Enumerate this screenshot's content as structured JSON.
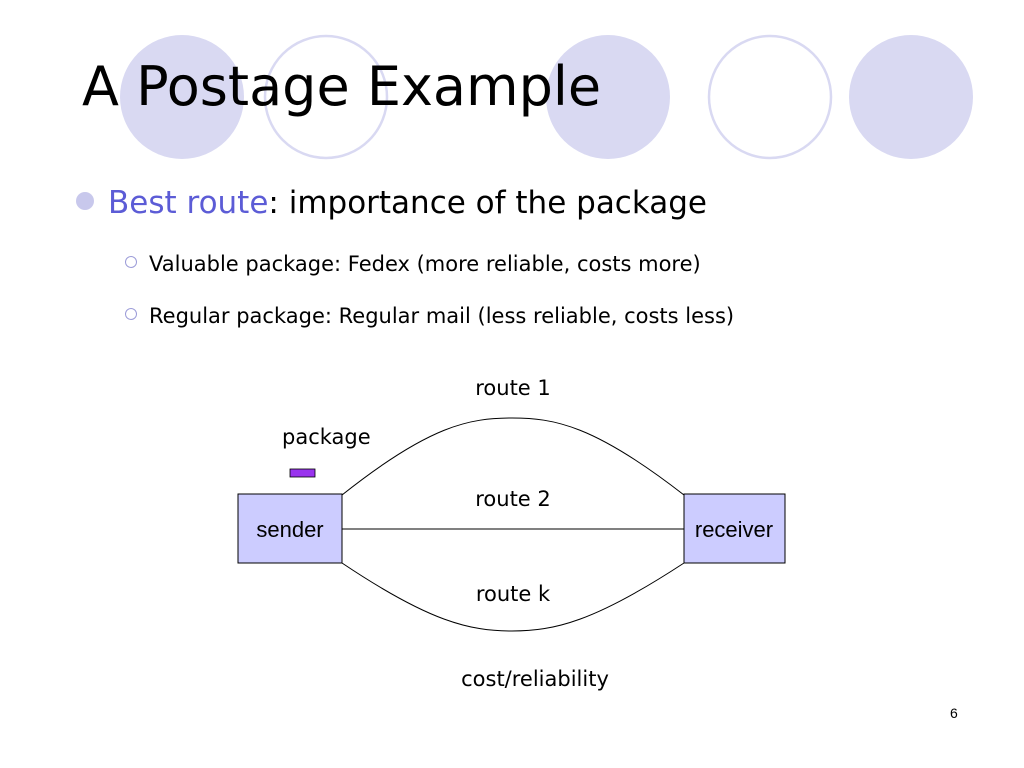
{
  "slide": {
    "title": "A Postage Example",
    "page_number": "6"
  },
  "bullets": {
    "main": {
      "highlight": "Best route",
      "text": ": importance of the package"
    },
    "sub": [
      {
        "text": "Valuable package: Fedex (more reliable, costs more)"
      },
      {
        "text": "Regular package: Regular mail (less reliable, costs less)"
      }
    ]
  },
  "diagram": {
    "sender_label": "sender",
    "receiver_label": "receiver",
    "package_label": "package",
    "route_labels": [
      "route 1",
      "route 2",
      "route k"
    ],
    "caption": "cost/reliability"
  },
  "colors": {
    "accent_text": "#5c5cd6",
    "node_fill": "#ccccff",
    "package_fill": "#9933ee",
    "decor_fill": "#d9d9f2",
    "decor_ring": "#d9d9f2"
  }
}
